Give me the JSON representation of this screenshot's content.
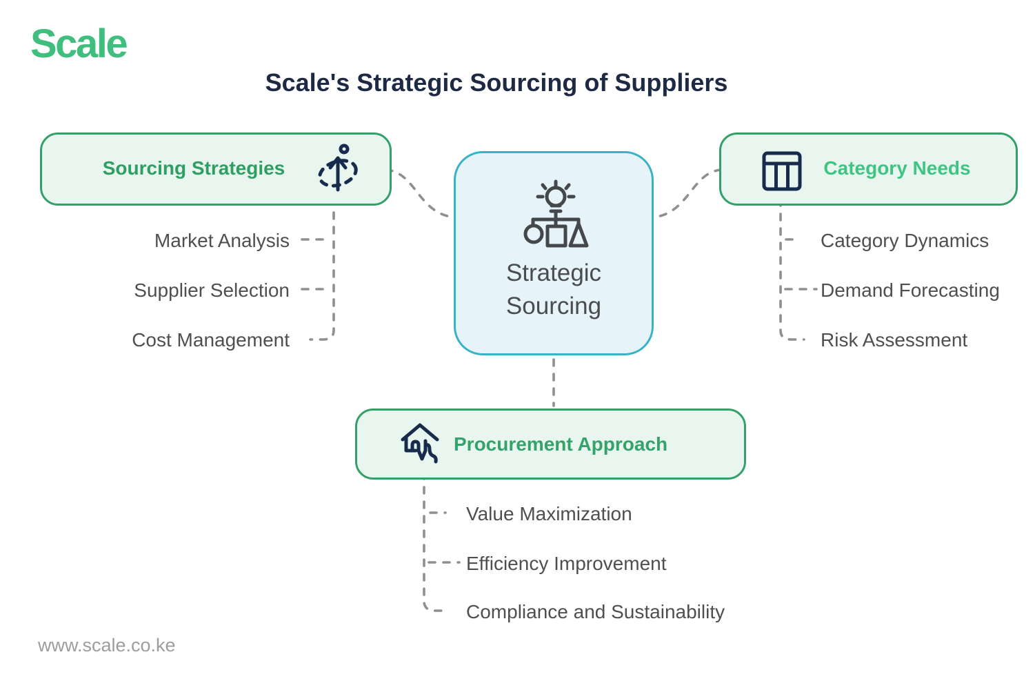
{
  "logo": "Scale",
  "title": "Scale's Strategic Sourcing of Suppliers",
  "center_node": {
    "line1": "Strategic",
    "line2": "Sourcing"
  },
  "branches": {
    "sourcing": {
      "label": "Sourcing Strategies",
      "items": [
        "Market Analysis",
        "Supplier Selection",
        "Cost Management"
      ]
    },
    "category": {
      "label": "Category Needs",
      "items": [
        "Category Dynamics",
        "Demand Forecasting",
        "Risk Assessment"
      ]
    },
    "procurement": {
      "label": "Procurement Approach",
      "items": [
        "Value Maximization",
        "Efficiency Improvement",
        "Compliance and Sustainability"
      ]
    }
  },
  "icons": {
    "sourcing": "direction-arrow-icon",
    "category": "table-columns-icon",
    "procurement": "house-tap-icon",
    "center": "lightbulb-decision-icon"
  },
  "footer": "www.scale.co.ke",
  "colors": {
    "brand_green": "#3fbe7d",
    "dark_green_text": "#2f9e63",
    "light_green_text": "#40c483",
    "green_border": "#33a068",
    "green_fill": "#e9f6ef",
    "teal_border": "#38b2c6",
    "teal_fill": "#e6f4fa",
    "navy": "#1e2a44",
    "icon_navy": "#172b4d",
    "list_gray": "#4d4f51",
    "connector_gray": "#8f8f8f",
    "footer_gray": "#9d9d9d"
  }
}
